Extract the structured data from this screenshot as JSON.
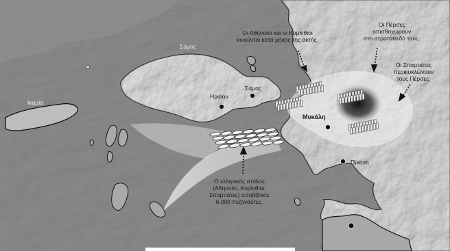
{
  "places": {
    "samos_island": "Σάμος",
    "ikaria": "Ικαρία",
    "heraion": "Ηραίον",
    "samos_town": "Σάμος",
    "mykale": "Μυκάλη",
    "priene": "Πριήνη",
    "miletus": "Μίλητος"
  },
  "annotations": {
    "athenians": [
      "Οι Αθηναίοι και οι Κορίνθιοι",
      "κινούνται κατά μήκος της ακτής."
    ],
    "persians": [
      "Οι Πέρσες",
      "οπισθοχωρούν",
      "στο στρατόπεδό τους."
    ],
    "spartans": [
      "Οι Σπαρτιάτες",
      "περικυκλώνουν",
      "τους Πέρσες."
    ],
    "fleet": [
      "Ο ελληνικός στόλος",
      "(Αθηναίοι, Κορίνθιοι,",
      "Σπαρτιάτες) αποβίβασε",
      "6.000 πεζοναύτες."
    ]
  },
  "colors": {
    "sea": "#7d7d7d",
    "land": "#b3b3b3",
    "coast": "#111111",
    "highlight": "#f4f4f4"
  }
}
